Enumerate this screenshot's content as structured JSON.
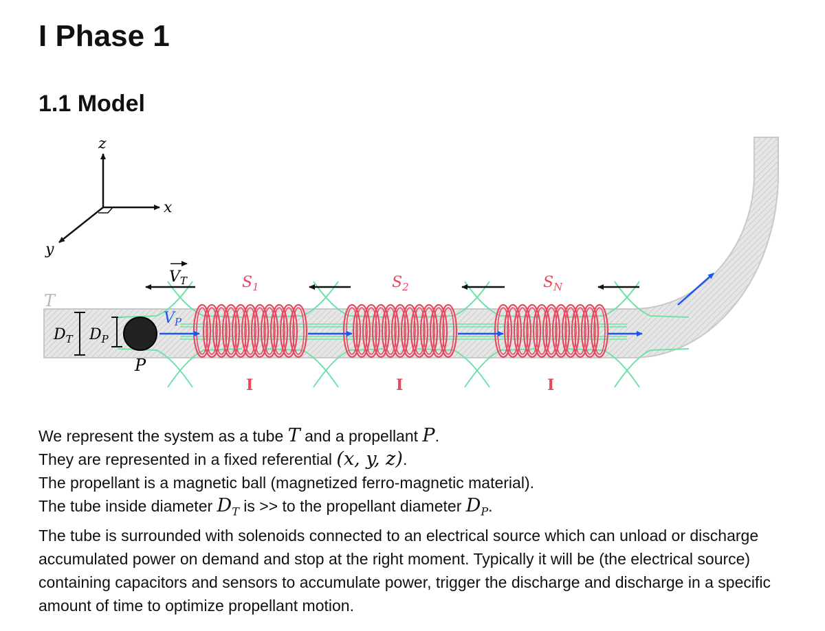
{
  "headings": {
    "section": "I Phase 1",
    "subsection": "1.1 Model"
  },
  "figure": {
    "axes": {
      "x": "x",
      "y": "y",
      "z": "z"
    },
    "tube_label": "T",
    "propellant_label": "P",
    "tube_diameter": {
      "main": "D",
      "sub": "T"
    },
    "propellant_diameter": {
      "main": "D",
      "sub": "P"
    },
    "velocity_tube": {
      "main": "V",
      "sub": "T"
    },
    "velocity_propellant": {
      "main": "V",
      "sub": "P"
    },
    "solenoids": [
      {
        "main": "S",
        "sub": "1",
        "current": "I"
      },
      {
        "main": "S",
        "sub": "2",
        "current": "I"
      },
      {
        "main": "S",
        "sub": "N",
        "current": "I"
      }
    ],
    "colors": {
      "coil": "#e8485f",
      "field_line": "#6fe2a8",
      "velocity_arrow": "#1a56f0",
      "tube_fill": "#d9d9d9",
      "propellant": "#222222"
    }
  },
  "paragraph": {
    "l1": {
      "a": "We represent the system as a tube",
      "m1": "T",
      "b": "and a propellant",
      "m2": "P",
      "c": "."
    },
    "l2": {
      "a": "They are represented in a fixed referential",
      "m1": "(x, y, z)",
      "c": "."
    },
    "l3": "The propellant is a magnetic ball (magnetized ferro-magnetic material).",
    "l4": {
      "a": "The tube inside diameter",
      "m1": "D",
      "s1": "T",
      "b": "is >> to the propellant diameter",
      "m2": "D",
      "s2": "P",
      "c": "."
    },
    "l5": "The tube is surrounded with solenoids connected to an electrical source which can unload or discharge accumulated power on demand and stop at the right moment. Typically it will be (the electrical source) containing capacitors and sensors to accumulate power, trigger the discharge and discharge in a specific amount of time to optimize propellant motion."
  }
}
